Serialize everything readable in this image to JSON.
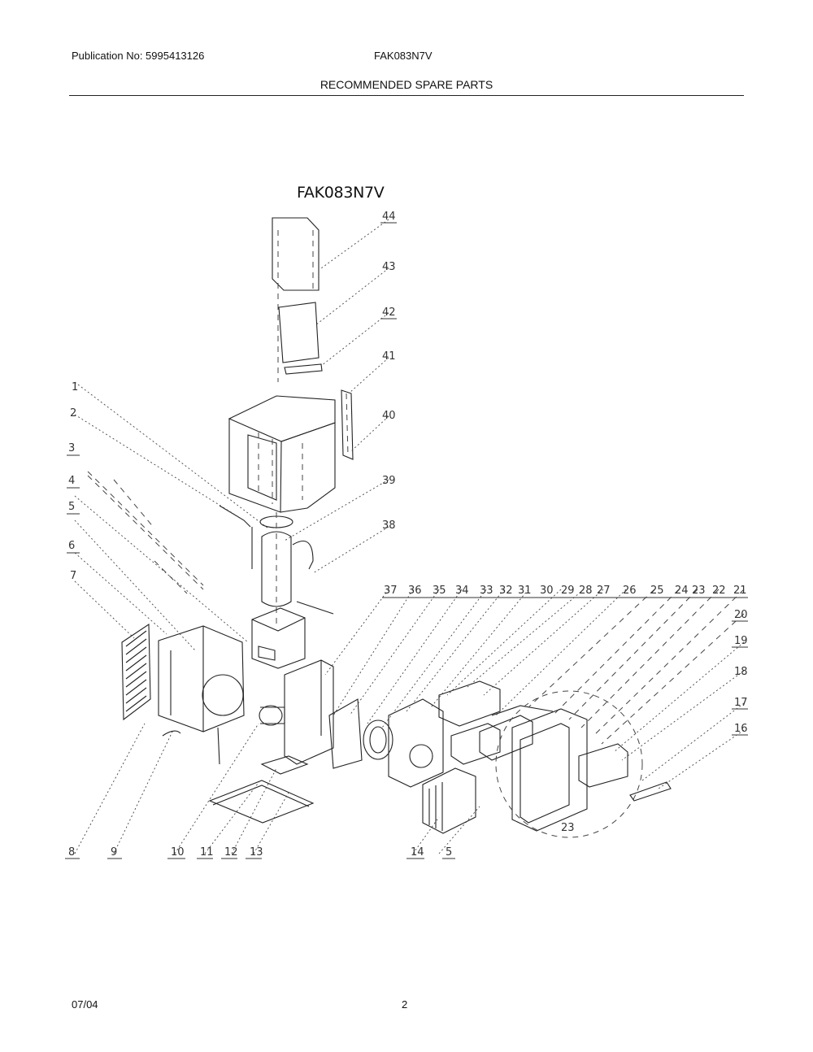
{
  "header": {
    "publication": "Publication No: 5995413126",
    "model": "FAK083N7V",
    "section_title": "RECOMMENDED SPARE PARTS"
  },
  "diagram": {
    "title": "FAK083N7V",
    "callouts": {
      "c44": "44",
      "c43": "43",
      "c42": "42",
      "c41": "41",
      "c40": "40",
      "c39": "39",
      "c38": "38",
      "c1": "1",
      "c2": "2",
      "c3": "3",
      "c4": "4",
      "c5": "5",
      "c6": "6",
      "c7": "7",
      "c37": "37",
      "c36": "36",
      "c35": "35",
      "c34": "34",
      "c33": "33",
      "c32": "32",
      "c31": "31",
      "c30": "30",
      "c29": "29",
      "c28": "28",
      "c27": "27",
      "c26": "26",
      "c25": "25",
      "c24": "24",
      "c23": "23",
      "c22": "22",
      "c21": "21",
      "c20": "20",
      "c19": "19",
      "c18": "18",
      "c17": "17",
      "c16": "16",
      "c8": "8",
      "c9": "9",
      "c10": "10",
      "c11": "11",
      "c12": "12",
      "c13": "13",
      "c14": "14",
      "c5b": "5",
      "c23b": "23"
    }
  },
  "footer": {
    "date": "07/04",
    "page": "2"
  }
}
